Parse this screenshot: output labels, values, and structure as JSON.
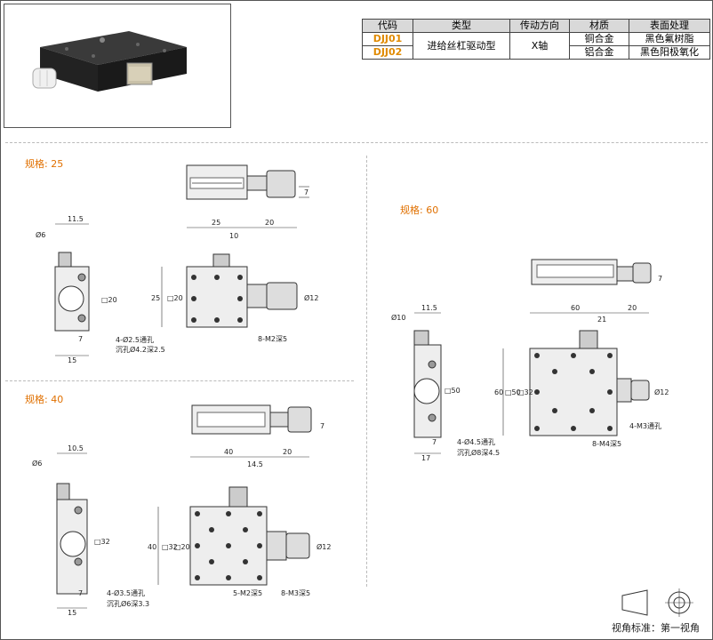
{
  "table": {
    "headers": [
      "代码",
      "类型",
      "传动方向",
      "材质",
      "表面处理"
    ],
    "rows": [
      {
        "code": "DJJ01",
        "material": "铜合金",
        "surface": "黑色氟树脂"
      },
      {
        "code": "DJJ02",
        "material": "铝合金",
        "surface": "黑色阳极氧化"
      }
    ],
    "type": "进给丝杠驱动型",
    "direction": "X轴"
  },
  "labels": {
    "spec25": "规格: 25",
    "spec40": "规格: 40",
    "spec60": "规格: 60",
    "view_standard": "视角标准：第一视角"
  },
  "dims25": {
    "d1": "11.5",
    "d2": "Ø6",
    "d3": "□20",
    "d4": "7",
    "d5": "15",
    "d6": "25",
    "d7": "20",
    "d8": "10",
    "d9": "25",
    "d10": "□20",
    "d11": "Ø12",
    "d12": "7",
    "d13": "4-Ø2.5通孔",
    "d14": "沉孔Ø4.2深2.5",
    "d15": "8-M2深5"
  },
  "dims40": {
    "d1": "10.5",
    "d2": "Ø6",
    "d3": "□32",
    "d4": "7",
    "d5": "15",
    "d6": "40",
    "d7": "20",
    "d8": "14.5",
    "d9": "40",
    "d10": "□32",
    "d11": "□20",
    "d12": "Ø12",
    "d13": "7",
    "d14": "4-Ø3.5通孔",
    "d15": "沉孔Ø6深3.3",
    "d16": "5-M2深5",
    "d17": "8-M3深5"
  },
  "dims60": {
    "d1": "11.5",
    "d2": "Ø10",
    "d3": "□50",
    "d4": "7",
    "d5": "17",
    "d6": "60",
    "d7": "21",
    "d8": "20",
    "d9": "60",
    "d10": "□50",
    "d11": "□32",
    "d12": "Ø12",
    "d13": "7",
    "d14": "4-Ø4.5通孔",
    "d15": "沉孔Ø8深4.5",
    "d16": "4-M3通孔",
    "d17": "8-M4深5"
  },
  "colors": {
    "accent": "#e07000",
    "code": "#e08a00",
    "header_bg": "#d9d9d9"
  }
}
